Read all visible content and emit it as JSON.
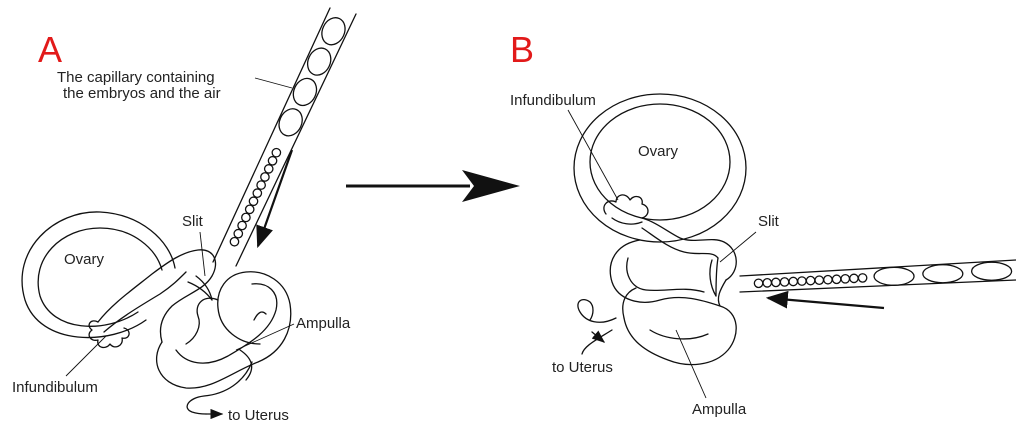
{
  "panel_a": {
    "letter": "A",
    "capillary_label_line1": "The capillary containing",
    "capillary_label_line2": "the embryos and the air",
    "slit": "Slit",
    "ovary": "Ovary",
    "ampulla": "Ampulla",
    "infundibulum": "Infundibulum",
    "to_uterus": "to Uterus"
  },
  "panel_b": {
    "letter": "B",
    "infundibulum": "Infundibulum",
    "ovary": "Ovary",
    "slit": "Slit",
    "to_uterus": "to Uterus",
    "ampulla": "Ampulla"
  },
  "colors": {
    "letter": "#e21a1a",
    "line": "#111111"
  }
}
